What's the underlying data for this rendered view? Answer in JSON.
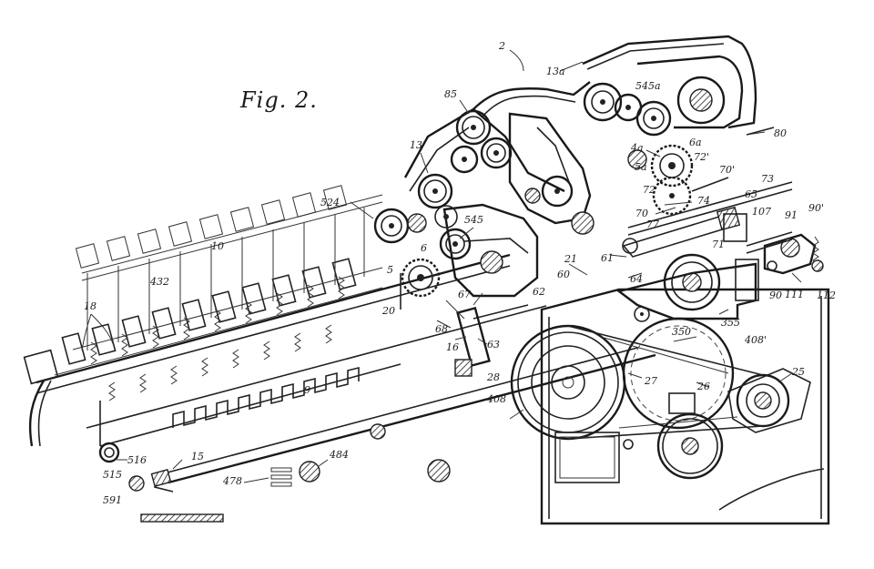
{
  "figure": {
    "title": "Fig. 2."
  },
  "reference_numerals": {
    "n2": "2",
    "n13a": "13a",
    "n545a": "545a",
    "n85": "85",
    "n80": "80",
    "n4a": "4a",
    "n6a": "6a",
    "n5a": "5a",
    "n72p": "72'",
    "n70p": "70'",
    "n13": "13",
    "n73": "73",
    "n72": "72",
    "n74": "74",
    "n65": "65",
    "n70": "70",
    "n77": "77",
    "n107": "107",
    "n91": "91",
    "n90p": "90'",
    "n524": "524",
    "n545": "545",
    "n21": "21",
    "n6": "6",
    "n71": "71",
    "n10": "10",
    "n60": "60",
    "n61": "61",
    "n64": "64",
    "n5": "5",
    "n432": "432",
    "n62": "62",
    "n111": "111",
    "n112": "112",
    "n90": "90",
    "n18": "18",
    "n20": "20",
    "n67": "67",
    "n355": "355",
    "n68": "68",
    "n63": "63",
    "n350": "350",
    "n408p": "408'",
    "n16": "16",
    "n28": "28",
    "n27": "27",
    "n26": "26",
    "n25": "25",
    "n9": "9",
    "n408": "408",
    "n516": "516",
    "n515": "515",
    "n15": "15",
    "n484": "484",
    "n478": "478",
    "n591": "591"
  }
}
